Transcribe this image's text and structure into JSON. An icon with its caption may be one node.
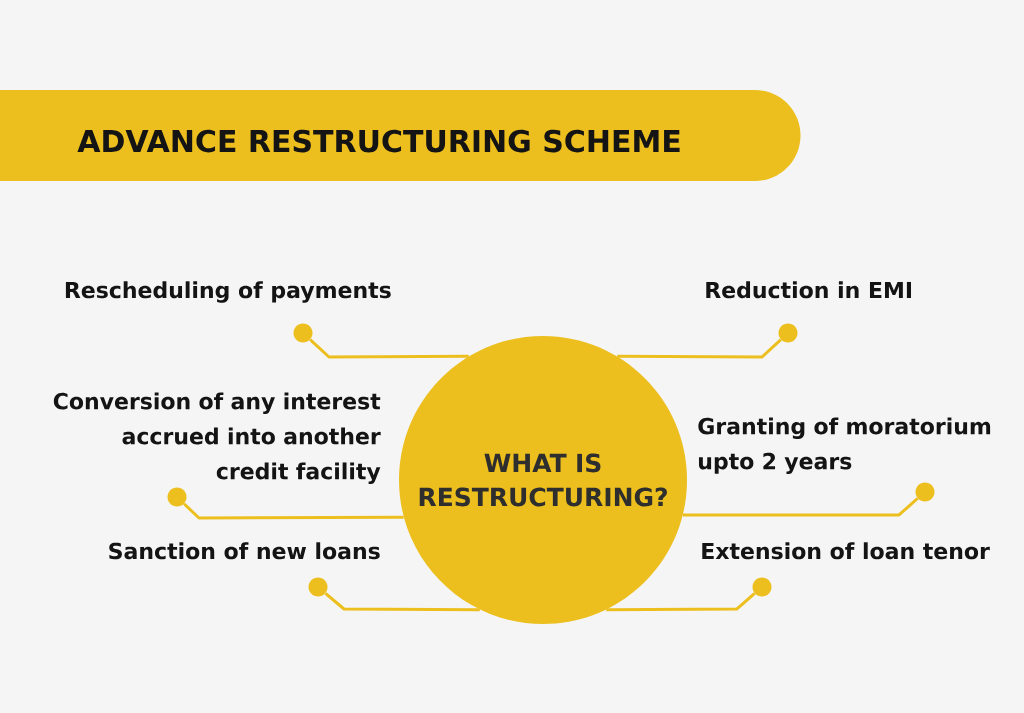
{
  "diagram": {
    "title": "ADVANCE RESTRUCTURING SCHEME",
    "nodes": [
      {
        "text": [],
        "shape": "circle",
        "beside": [
          "Rescheduling of payments"
        ]
      },
      {
        "text": [],
        "shape": "circle",
        "beside": [
          "Reduction in EMI"
        ]
      },
      {
        "text": [
          "WHAT IS RESTRUCTURING?"
        ]
      },
      {
        "text": [],
        "shape": "circle",
        "beside": [
          "Conversion of any interest accrued into another credit facility"
        ]
      },
      {
        "text": [],
        "shape": "circle",
        "beside": [
          "Granting of moratorium upto 2 years"
        ]
      },
      {
        "text": [],
        "shape": "circle",
        "beside": [
          "Sanction of new loans"
        ]
      },
      {
        "text": [],
        "shape": "circle",
        "beside": [
          "Extension of loan tenor"
        ]
      }
    ],
    "edges": [
      {
        "from": 0,
        "to": 2,
        "arrow": "none"
      },
      {
        "from": 1,
        "to": 2,
        "arrow": "none"
      },
      {
        "from": 3,
        "to": 2,
        "arrow": "none"
      },
      {
        "from": 4,
        "to": 2,
        "arrow": "none"
      },
      {
        "from": 5,
        "to": 2,
        "arrow": "none"
      },
      {
        "from": 6,
        "to": 2,
        "arrow": "none"
      }
    ]
  }
}
